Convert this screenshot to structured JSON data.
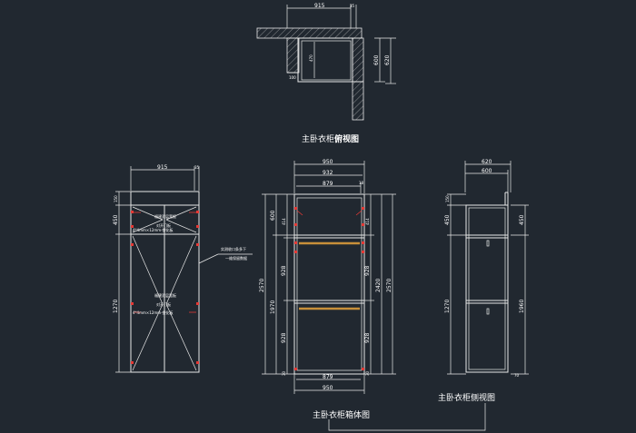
{
  "colors": {
    "background": "#212830",
    "line": "#e8e8e8",
    "hinge": "#e53935",
    "rail": "#c8903a"
  },
  "top_view": {
    "title_prefix": "主卧衣柜",
    "title_suffix": "俯视图",
    "dim_top": "915",
    "dim_top_small": "35",
    "dim_inner": "470",
    "dim_bottom": "100",
    "dim_right_inner": "600",
    "dim_right_outer": "620"
  },
  "door_view": {
    "dim_top": "915",
    "dim_top_small": "35",
    "dim_150": "150",
    "dim_450": "450",
    "dim_1270": "1270",
    "upper_note_1": "福建双层宽板",
    "upper_note_2": "对开门板",
    "upper_note_3": "4*4mm×12mm-塑化板",
    "lower_note_1": "福建双层宽板",
    "lower_note_2": "对开门板",
    "lower_note_3": "4*4mm×12mm-塑化板",
    "callout_1": "实测收口条多下",
    "callout_2": "一维保留数据"
  },
  "carcass_view": {
    "title": "主卧衣柜箱体图",
    "dim_950_top": "950",
    "dim_932": "932",
    "dim_879_top": "879",
    "dim_18": "18",
    "dim_600": "600",
    "dim_414_l": "414",
    "dim_928_l1": "928",
    "dim_928_l2": "928",
    "dim_1970": "1970",
    "dim_2570_l": "2570",
    "dim_414_r": "414",
    "dim_928_r1": "928",
    "dim_928_r2": "928",
    "dim_2420": "2420",
    "dim_2570_r": "2570",
    "dim_30_l": "30",
    "dim_30_r": "30",
    "dim_879_bottom": "879",
    "dim_950_bottom": "950"
  },
  "side_view": {
    "title": "主卧衣柜侧视图",
    "dim_620": "620",
    "dim_600": "600",
    "dim_150": "150",
    "dim_450": "450",
    "dim_1270": "1270",
    "dim_450_r": "450",
    "dim_1960": "1960",
    "dim_70": "70"
  }
}
